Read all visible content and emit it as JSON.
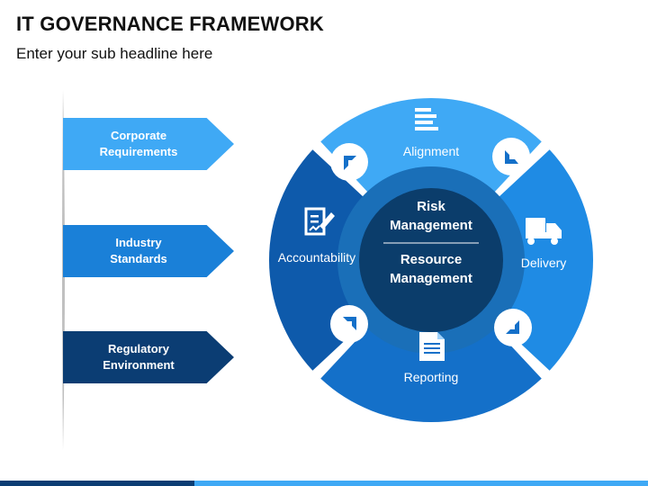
{
  "header": {
    "title": "IT GOVERNANCE FRAMEWORK",
    "subtitle": "Enter your sub headline here"
  },
  "left_arrows": [
    {
      "label_line1": "Corporate",
      "label_line2": "Requirements",
      "color": "#3fa9f5"
    },
    {
      "label_line1": "Industry",
      "label_line2": "Standards",
      "color": "#1a80d8"
    },
    {
      "label_line1": "Regulatory",
      "label_line2": "Environment",
      "color": "#0b3d73"
    }
  ],
  "wheel": {
    "segments": [
      {
        "label": "Alignment",
        "icon": "list-lines-icon",
        "color": "#3fa9f5"
      },
      {
        "label": "Delivery",
        "icon": "truck-icon",
        "color": "#1f8be4"
      },
      {
        "label": "Reporting",
        "icon": "document-icon",
        "color": "#1470c9"
      },
      {
        "label": "Accountability",
        "icon": "signed-document-icon",
        "color": "#0e5aab"
      }
    ],
    "center": {
      "top_line1": "Risk",
      "top_line2": "Management",
      "bottom_line1": "Resource",
      "bottom_line2": "Management",
      "color": "#0b3d6b",
      "ring_color": "#1a6fb8"
    },
    "connectors": [
      "arrow-icon",
      "arrow-icon",
      "arrow-icon",
      "arrow-icon"
    ]
  },
  "colors": {
    "bottom_bar_dark": "#0b3d73",
    "bottom_bar_light": "#3fa9f5"
  }
}
